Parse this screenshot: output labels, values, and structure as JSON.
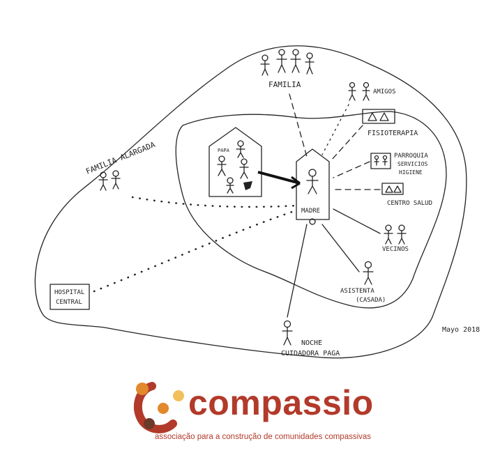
{
  "sketch": {
    "labels": {
      "familia": "FAMILIA",
      "amigos": "AMIGOS",
      "fisioterapia": "FISIOTERAPIA",
      "parroquia": "PARROQUIA",
      "servicios": "SERVICIOS",
      "higiene": "HIGIENE",
      "centro_salud": "CENTRO SALUD",
      "madre": "MADRE",
      "vecinos": "VECINOS",
      "asistenta": "ASISTENTA",
      "casada": "(CASADA)",
      "familia_alargada": "FAMILIA ALARGADA",
      "hospital": "HOSPITAL",
      "central": "CENTRAL",
      "noche": "NOCHE",
      "cuidadora_paga": "CUIDADORA PAGA",
      "papa": "PAPA",
      "date": "Mayo 2018"
    }
  },
  "logo": {
    "brand": "compassio",
    "tagline": "associação para a construção de comunidades compassivas",
    "colors": {
      "red": "#b23a2a",
      "orange": "#e2892b",
      "yellow": "#f1c05a",
      "brown": "#6b3a2a"
    }
  }
}
